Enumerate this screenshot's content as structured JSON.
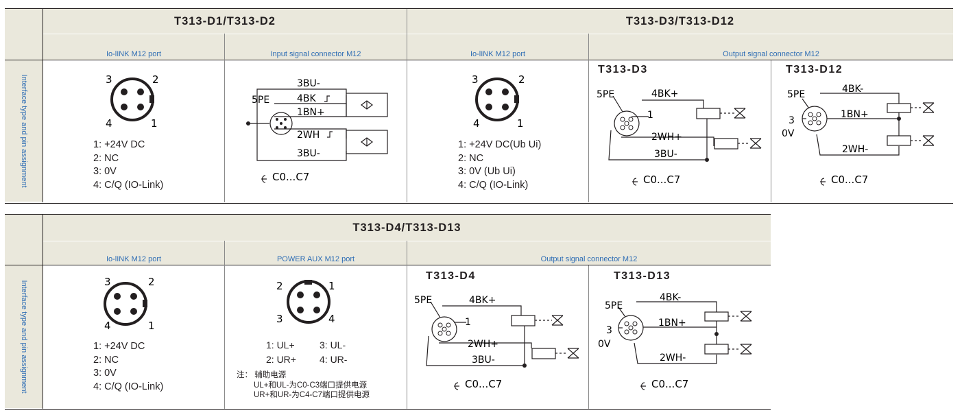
{
  "table1": {
    "group_a": "T313-D1/T313-D2",
    "group_b": "T313-D3/T313-D12",
    "side_label": "Interface type and pin assignment",
    "col1_sub": "Io-lINK  M12 port",
    "col2_sub": "Input signal connector M12",
    "col3_sub": "Io-lINK  M12 port",
    "col4_sub": "Output signal connector M12",
    "pins_c1": [
      "1: +24V  DC",
      "2: NC",
      "3: 0V",
      "4: C/Q  (IO-Link)"
    ],
    "pins_c3": [
      "1: +24V  DC(Ub  Ui)",
      "2: NC",
      "3: 0V   (Ub  Ui)",
      "4: C/Q  (IO-Link)"
    ],
    "model_d3": "T313-D3",
    "model_d12": "T313-D12"
  },
  "table2": {
    "group": "T313-D4/T313-D13",
    "side_label": "Interface type and pin assignment",
    "col1_sub": "Io-lINK  M12 port",
    "col2_sub": "POWER AUX M12 port",
    "col3_sub": "Output signal connector M12",
    "pins_c1": [
      "1: +24V  DC",
      "2: NC",
      "3: 0V",
      "4: C/Q  (IO-Link)"
    ],
    "aux_pins": [
      "1: UL+",
      "3: UL-",
      "2: UR+",
      "4: UR-"
    ],
    "note_lines": [
      "注：  辅助电源",
      "UL+和UL-为C0-C3端口提供电源",
      "UR+和UR-为C4-C7端口提供电源"
    ],
    "model_d4": "T313-D4",
    "model_d13": "T313-D13"
  },
  "connector_pins": {
    "p1": "1",
    "p2": "2",
    "p3": "3",
    "p4": "4"
  },
  "wires": {
    "pe": "5PE",
    "bk_plus": "4BK+",
    "bk_minus": "4BK-",
    "bk_sig": "4BK",
    "bn_plus": "1BN+",
    "wh_plus": "2WH+",
    "wh_minus": "2WH-",
    "wh_sig": "2WH",
    "bu_minus": "3BU-",
    "pin1": "1",
    "zero_v": "0V",
    "three": "3"
  },
  "channel_label": "C0...C7",
  "colors": {
    "header_bg": "#eae8dc",
    "sub_text": "#2e6db4",
    "ink": "#231f20"
  }
}
